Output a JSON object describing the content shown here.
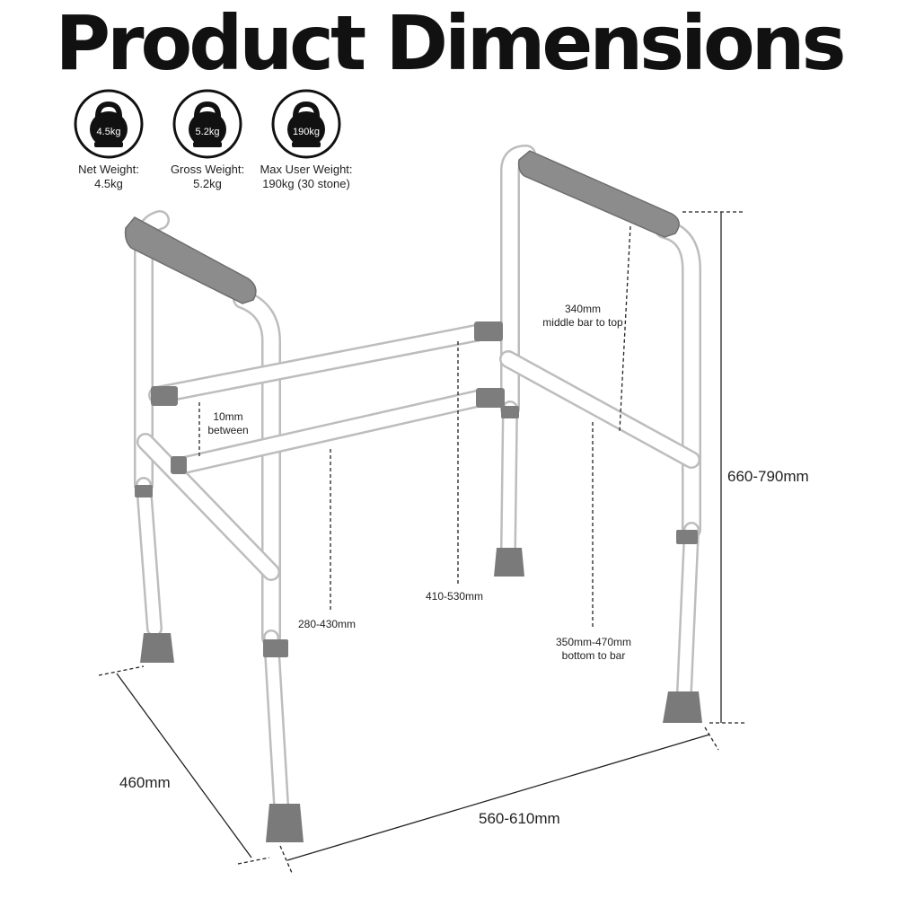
{
  "title": "Product Dimensions",
  "weights": [
    {
      "badge": "4.5kg",
      "caption_line1": "Net Weight:",
      "caption_line2": "4.5kg"
    },
    {
      "badge": "5.2kg",
      "caption_line1": "Gross Weight:",
      "caption_line2": "5.2kg"
    },
    {
      "badge": "190kg",
      "caption_line1": "Max User Weight:",
      "caption_line2": "190kg (30 stone)"
    }
  ],
  "dimensions": {
    "between_line1": "10mm",
    "between_line2": "between",
    "middle_to_top_line1": "340mm",
    "middle_to_top_line2": "middle bar to top",
    "overall_height": "660-790mm",
    "rail_height_front": "280-430mm",
    "rail_height_back": "410-530mm",
    "bottom_to_bar_line1": "350mm-470mm",
    "bottom_to_bar_line2": "bottom to bar",
    "depth": "460mm",
    "width": "560-610mm"
  },
  "colors": {
    "frame": "#ffffff",
    "pad": "#8c8c8c",
    "foot": "#7a7a7a",
    "badge": "#111111"
  }
}
